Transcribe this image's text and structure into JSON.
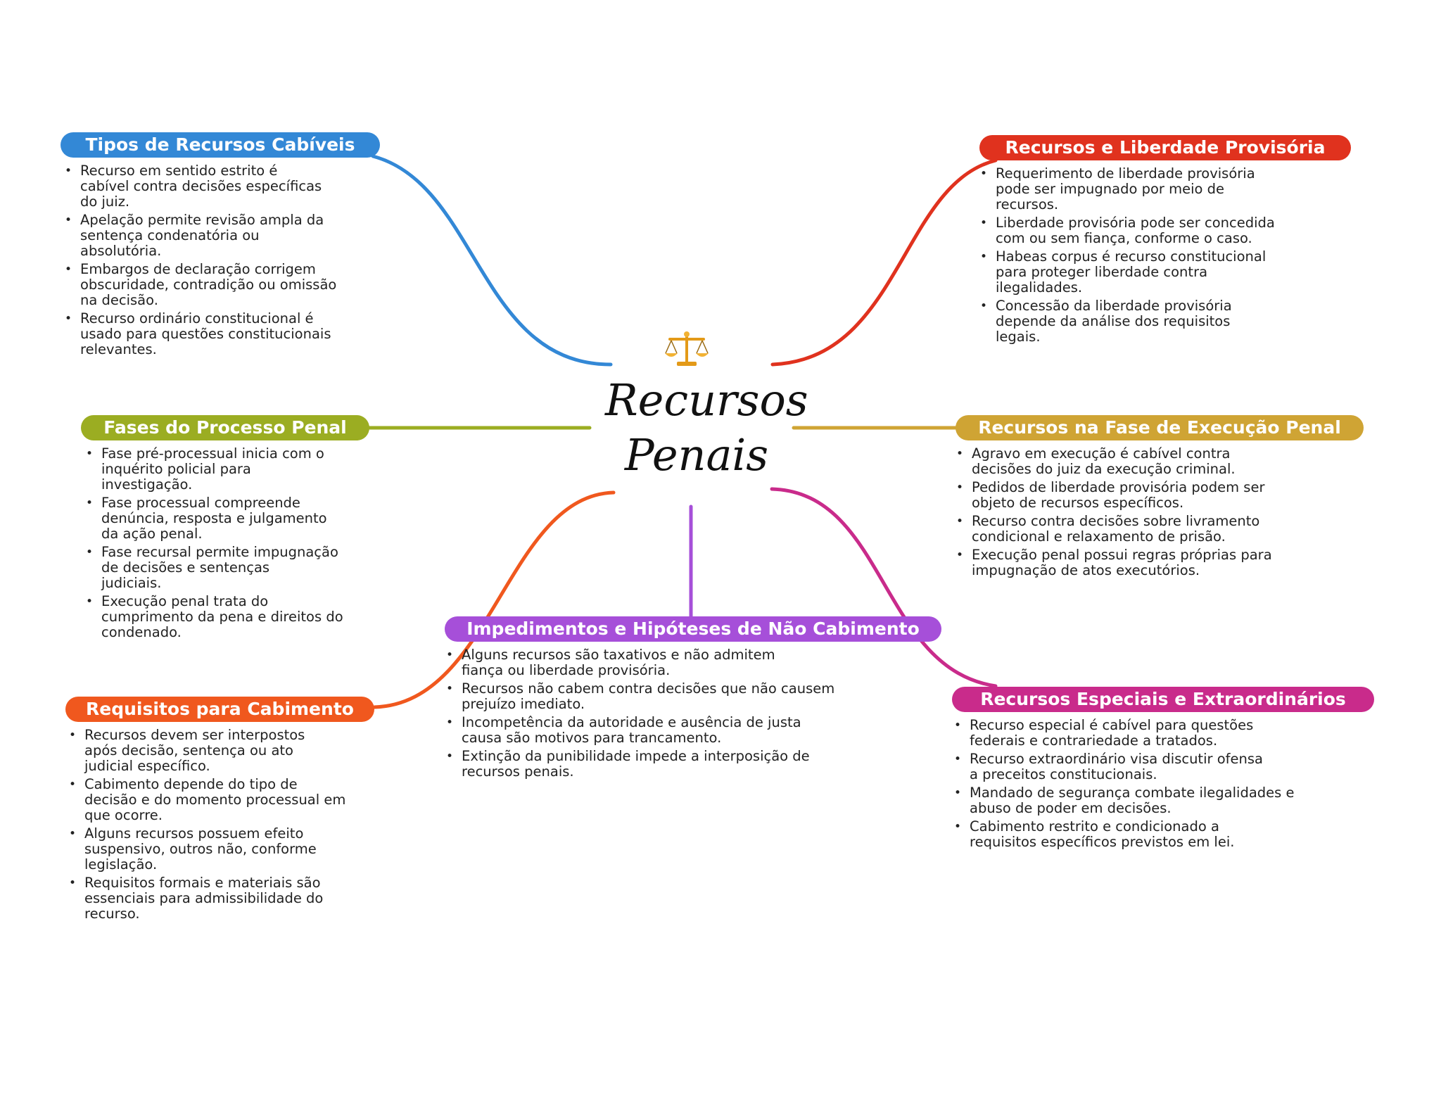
{
  "central": {
    "title_line1": "Recursos",
    "title_line2": "Penais",
    "icon": "scales-of-justice-icon"
  },
  "colors": {
    "tipos": "#3388d6",
    "fases": "#9bad22",
    "requisitos": "#f0581e",
    "impedimentos": "#a64fd9",
    "especiais": "#c92b8b",
    "execucao": "#cfa434",
    "liberdade": "#e0321e"
  },
  "branches": {
    "tipos": {
      "title": "Tipos de Recursos Cabíveis",
      "items": [
        [
          "Recurso em sentido estrito é",
          "cabível contra decisões específicas",
          "do juiz."
        ],
        [
          "Apelação permite revisão ampla da",
          "sentença condenatória ou",
          "absolutória."
        ],
        [
          "Embargos de declaração corrigem",
          "obscuridade, contradição ou omissão",
          "na decisão."
        ],
        [
          "Recurso ordinário constitucional é",
          "usado para questões constitucionais",
          "relevantes."
        ]
      ]
    },
    "fases": {
      "title": "Fases do Processo Penal",
      "items": [
        [
          "Fase pré-processual inicia com o",
          "inquérito policial para",
          "investigação."
        ],
        [
          "Fase processual compreende",
          "denúncia, resposta e julgamento",
          "da ação penal."
        ],
        [
          "Fase recursal permite impugnação",
          "de decisões e sentenças",
          "judiciais."
        ],
        [
          "Execução penal trata do",
          "cumprimento da pena e direitos do",
          "condenado."
        ]
      ]
    },
    "requisitos": {
      "title": "Requisitos para Cabimento",
      "items": [
        [
          "Recursos devem ser interpostos",
          "após decisão, sentença ou ato",
          "judicial específico."
        ],
        [
          "Cabimento depende do tipo de",
          "decisão e do momento processual em",
          "que ocorre."
        ],
        [
          "Alguns recursos possuem efeito",
          "suspensivo, outros não, conforme",
          "legislação."
        ],
        [
          "Requisitos formais e materiais são",
          "essenciais para admissibilidade do",
          "recurso."
        ]
      ]
    },
    "impedimentos": {
      "title": "Impedimentos e Hipóteses de Não Cabimento",
      "items": [
        [
          "Alguns recursos são taxativos e não admitem",
          "fiança ou liberdade provisória."
        ],
        [
          "Recursos não cabem contra decisões que não causem",
          "prejuízo imediato."
        ],
        [
          "Incompetência da autoridade e ausência de justa",
          "causa são motivos para trancamento."
        ],
        [
          "Extinção da punibilidade impede a interposição de",
          "recursos penais."
        ]
      ]
    },
    "especiais": {
      "title": "Recursos Especiais e Extraordinários",
      "items": [
        [
          "Recurso especial é cabível para questões",
          "federais e contrariedade a tratados."
        ],
        [
          "Recurso extraordinário visa discutir ofensa",
          "a preceitos constitucionais."
        ],
        [
          "Mandado de segurança combate ilegalidades e",
          "abuso de poder em decisões."
        ],
        [
          "Cabimento restrito e condicionado a",
          "requisitos específicos previstos em lei."
        ]
      ]
    },
    "execucao": {
      "title": "Recursos na Fase de Execução Penal",
      "items": [
        [
          "Agravo em execução é cabível contra",
          "decisões do juiz da execução criminal."
        ],
        [
          "Pedidos de liberdade provisória podem ser",
          "objeto de recursos específicos."
        ],
        [
          "Recurso contra decisões sobre livramento",
          "condicional e relaxamento de prisão."
        ],
        [
          "Execução penal possui regras próprias para",
          "impugnação de atos executórios."
        ]
      ]
    },
    "liberdade": {
      "title": "Recursos e Liberdade Provisória",
      "items": [
        [
          "Requerimento de liberdade provisória",
          "pode ser impugnado por meio de",
          "recursos."
        ],
        [
          "Liberdade provisória pode ser concedida",
          "com ou sem fiança, conforme o caso."
        ],
        [
          "Habeas corpus é recurso constitucional",
          "para proteger liberdade contra",
          "ilegalidades."
        ],
        [
          "Concessão da liberdade provisória",
          "depende da análise dos requisitos",
          "legais."
        ]
      ]
    }
  }
}
